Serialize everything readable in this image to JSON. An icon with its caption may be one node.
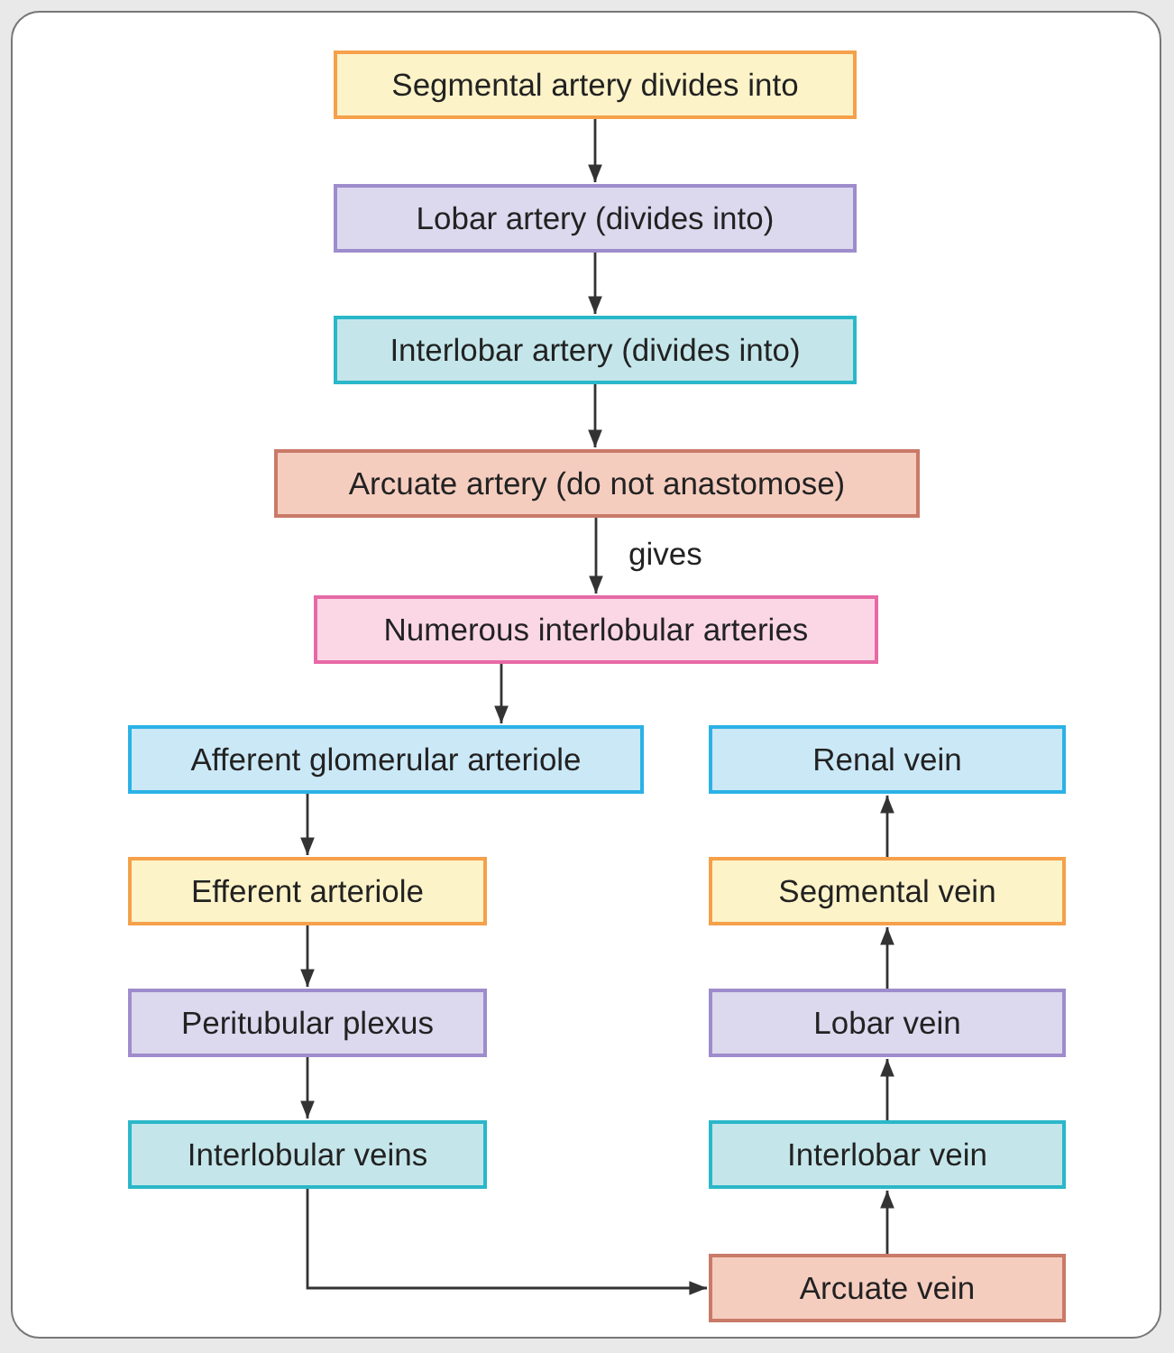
{
  "diagram": {
    "nodes": [
      {
        "text": [
          "Segmental artery divides into"
        ]
      },
      {
        "text": [
          "Lobar artery (divides into)"
        ]
      },
      {
        "text": [
          "Interlobar artery (divides into)"
        ]
      },
      {
        "text": [
          "Arcuate artery (do not anastomose)"
        ]
      },
      {
        "text": [
          "Numerous interlobular arteries"
        ]
      },
      {
        "text": [
          "Afferent glomerular arteriole"
        ]
      },
      {
        "text": [
          "Efferent arteriole"
        ]
      },
      {
        "text": [
          "Peritubular plexus"
        ]
      },
      {
        "text": [
          "Interlobular veins"
        ]
      },
      {
        "text": [
          "Renal vein"
        ]
      },
      {
        "text": [
          "Segmental vein"
        ]
      },
      {
        "text": [
          "Lobar vein"
        ]
      },
      {
        "text": [
          "Interlobar vein"
        ]
      },
      {
        "text": [
          "Arcuate vein"
        ]
      }
    ],
    "edges": [
      {
        "from": 0,
        "to": 1,
        "arrow": "to"
      },
      {
        "from": 1,
        "to": 2,
        "arrow": "to"
      },
      {
        "from": 2,
        "to": 3,
        "arrow": "to"
      },
      {
        "from": 3,
        "to": 4,
        "arrow": "to",
        "label": "gives"
      },
      {
        "from": 4,
        "to": 5,
        "arrow": "to"
      },
      {
        "from": 5,
        "to": 6,
        "arrow": "to"
      },
      {
        "from": 6,
        "to": 7,
        "arrow": "to"
      },
      {
        "from": 7,
        "to": 8,
        "arrow": "to"
      },
      {
        "from": 8,
        "to": 13,
        "arrow": "to"
      },
      {
        "from": 13,
        "to": 12,
        "arrow": "to"
      },
      {
        "from": 12,
        "to": 11,
        "arrow": "to"
      },
      {
        "from": 11,
        "to": 10,
        "arrow": "to"
      },
      {
        "from": 10,
        "to": 9,
        "arrow": "to"
      }
    ]
  }
}
